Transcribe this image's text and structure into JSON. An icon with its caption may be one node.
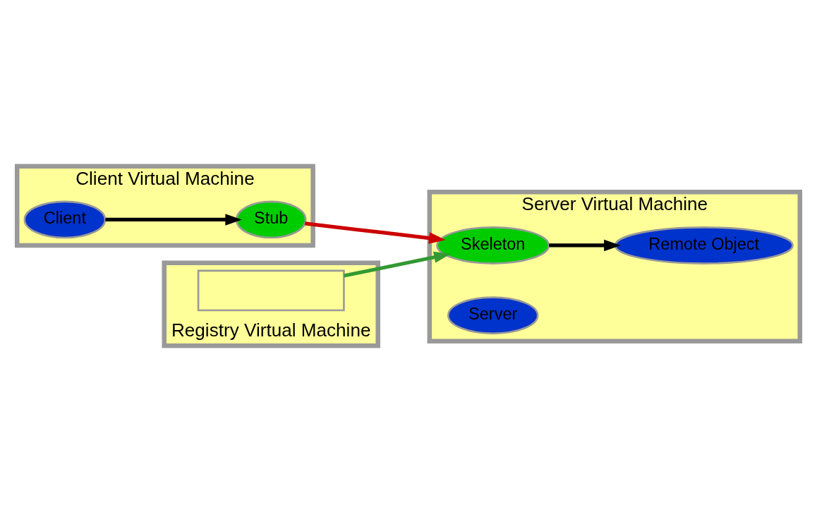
{
  "diagram": {
    "nodes": [
      {
        "text": [
          "Client Virtual Machine"
        ]
      },
      {
        "text": [
          "Client"
        ],
        "in": 0
      },
      {
        "text": [
          "Stub"
        ],
        "in": 0
      },
      {
        "text": [
          "Server Virtual Machine"
        ]
      },
      {
        "text": [
          "Remote Object"
        ],
        "in": 3
      },
      {
        "text": [
          "Skeleton"
        ],
        "in": 3
      },
      {
        "text": [
          "Server"
        ],
        "in": 3
      },
      {
        "text": [
          "Registry Virtual Machine"
        ]
      },
      {
        "text": [],
        "shape": "box",
        "in": 7
      }
    ],
    "edges": [
      {
        "from": 1,
        "to": 2,
        "arrow": "to"
      },
      {
        "from": 2,
        "to": 5,
        "arrow": "to",
        "color": "#cc0000"
      },
      {
        "from": 5,
        "to": 4,
        "arrow": "to"
      },
      {
        "from": 8,
        "to": 5,
        "arrow": "to",
        "color": "#339933"
      }
    ]
  }
}
